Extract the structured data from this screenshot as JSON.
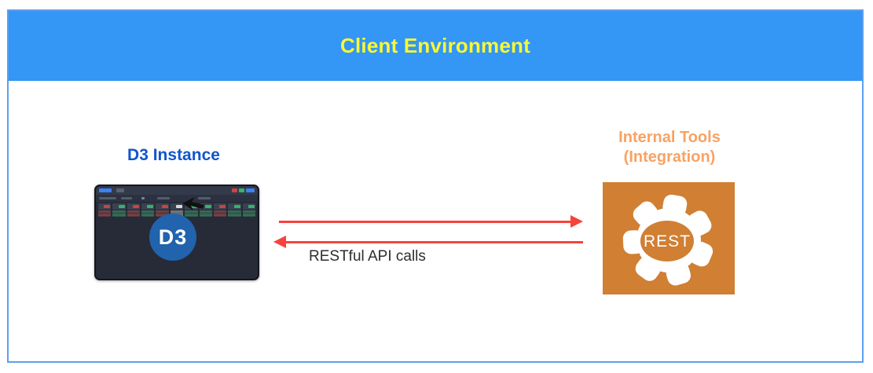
{
  "header": {
    "title": "Client Environment",
    "bg_color": "#3496f5",
    "text_color": "#f8f833",
    "border_color": "#5b9ff0"
  },
  "d3_instance": {
    "label": "D3 Instance",
    "label_color": "#1155cc",
    "logo_text": "D3",
    "logo_bg_color": "#2163ad"
  },
  "internal_tools": {
    "label_line1": "Internal Tools",
    "label_line2": "(Integration)",
    "label_color": "#f9a263",
    "box_color": "#d07f33",
    "gear_label": "REST"
  },
  "connection": {
    "label": "RESTful API calls",
    "arrow_color": "#f8423d"
  },
  "dashboard": {
    "column_badges": [
      "#c9453f",
      "#35b36c",
      "#c9453f",
      "#35b36c",
      "#c9453f",
      "#d9d9d9",
      "#35b36c",
      "#35b36c",
      "#c9453f",
      "#35b36c",
      "#35b36c"
    ],
    "column_heights_pct": [
      95,
      98,
      72,
      95,
      62,
      50,
      98,
      90,
      98,
      95,
      60
    ]
  }
}
